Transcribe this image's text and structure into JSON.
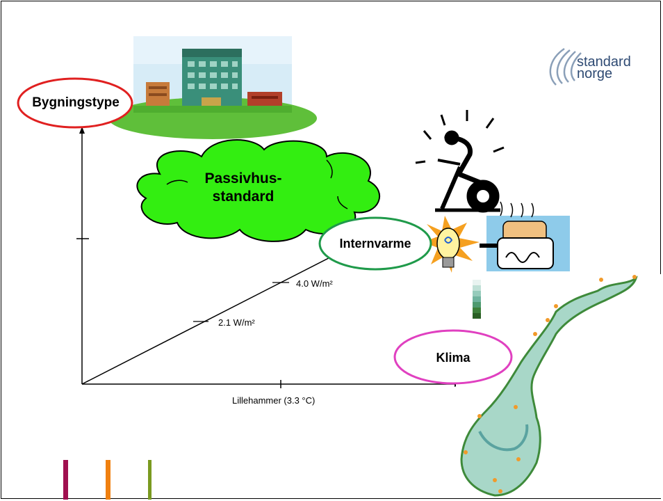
{
  "slide": {
    "labels": {
      "building_type": "Bygningstype",
      "internal_heat": "Internvarme",
      "climate": "Klima",
      "cloud_line1": "Passivhus-",
      "cloud_line2": "standard"
    },
    "chart": {
      "marker_2": "2.1 W/m²",
      "marker_4": "4.0 W/m²",
      "x_label": "Lillehammer (3.3 °C)"
    },
    "logo": {
      "line1": "standard",
      "line2": "norge"
    },
    "colors": {
      "building_oval": "#e02020",
      "internal_oval": "#1f9a4a",
      "climate_oval": "#e040c0",
      "cloud": "#33ee11",
      "bar1": "#a01050",
      "bar2": "#f08010",
      "bar3": "#7a9a20"
    }
  }
}
